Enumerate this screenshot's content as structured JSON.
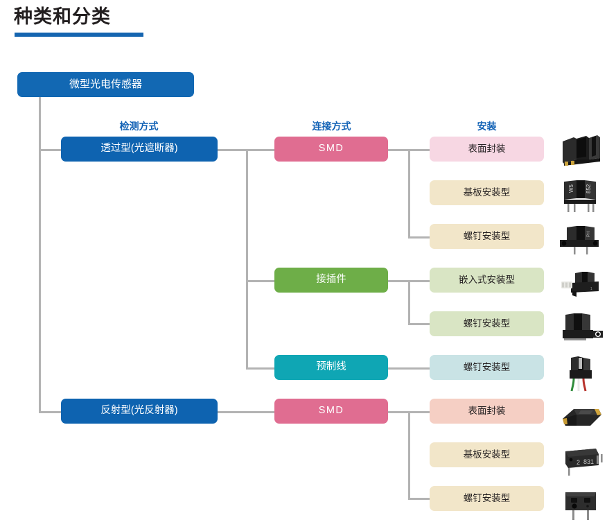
{
  "page": {
    "title": "种类和分类",
    "accent_color": "#1565b0",
    "line_color": "#b3b3b3",
    "background": "#ffffff"
  },
  "diagram": {
    "type": "tree",
    "root": {
      "label": "微型光电传感器",
      "color": "#1268b3",
      "text_color": "#ffffff"
    },
    "column_headers": [
      {
        "label": "检测方式",
        "color": "#1161b5"
      },
      {
        "label": "连接方式",
        "color": "#1161b5"
      },
      {
        "label": "安装",
        "color": "#1161b5"
      }
    ],
    "branches": [
      {
        "label": "透过型(光遮断器)",
        "color": "#0e63b0",
        "text_color": "#ffffff",
        "children": [
          {
            "label": "SMD",
            "color": "#e06d91",
            "text_color": "#ffffff",
            "children": [
              {
                "label": "表面封装",
                "color": "#f7d7e3",
                "photo": "slot-sensor-smd"
              },
              {
                "label": "基板安装型",
                "color": "#f2e6c9",
                "photo": "slot-sensor-through-hole"
              },
              {
                "label": "螺钉安装型",
                "color": "#f2e6c9",
                "photo": "slot-sensor-screw"
              }
            ]
          },
          {
            "label": "接插件",
            "color": "#6eae48",
            "text_color": "#ffffff",
            "children": [
              {
                "label": "嵌入式安装型",
                "color": "#d9e5c4",
                "photo": "slot-sensor-connector"
              },
              {
                "label": "螺钉安装型",
                "color": "#d9e5c4",
                "photo": "slot-sensor-tab"
              }
            ]
          },
          {
            "label": "预制线",
            "color": "#0fa6b4",
            "text_color": "#ffffff",
            "children": [
              {
                "label": "螺钉安装型",
                "color": "#c9e3e5",
                "photo": "slot-sensor-cable"
              }
            ]
          }
        ]
      },
      {
        "label": "反射型(光反射器)",
        "color": "#0e63b0",
        "text_color": "#ffffff",
        "children": [
          {
            "label": "SMD",
            "color": "#e06d91",
            "text_color": "#ffffff",
            "children": [
              {
                "label": "表面封装",
                "color": "#f5cfc4",
                "photo": "reflective-smd-chip"
              },
              {
                "label": "基板安装型",
                "color": "#f2e6c9",
                "photo": "reflective-flat-pkg"
              },
              {
                "label": "螺钉安装型",
                "color": "#f2e6c9",
                "photo": "reflective-block-pkg"
              }
            ]
          }
        ]
      }
    ]
  }
}
